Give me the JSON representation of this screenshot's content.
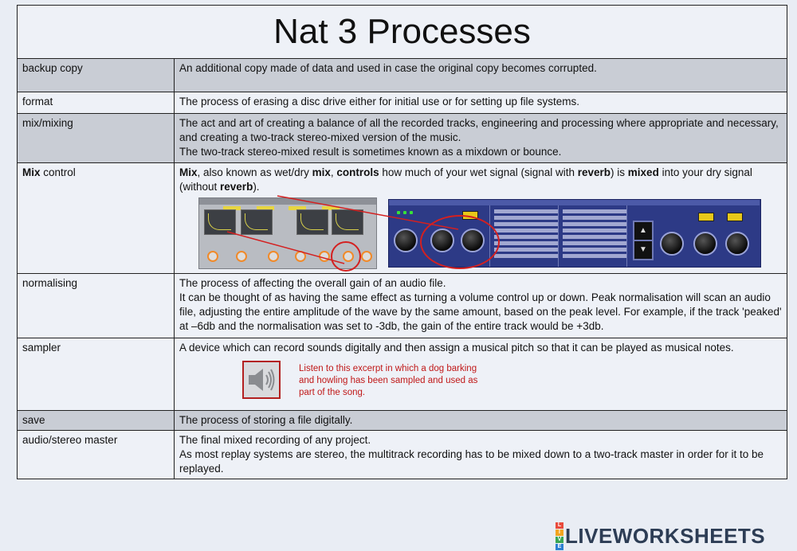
{
  "title": "Nat 3 Processes",
  "rows": [
    {
      "term": "backup copy",
      "lines": [
        "An additional copy made of data and used in case the original copy becomes corrupted."
      ]
    },
    {
      "term": "format",
      "lines": [
        "The process of erasing a disc drive either for initial use or for setting up file systems."
      ]
    },
    {
      "term": "mix/mixing",
      "lines": [
        "The act and art of creating a balance of all the recorded tracks, engineering and processing where appropriate and necessary, and creating a two-track stereo-mixed version of the music.",
        "The two-track stereo-mixed result is sometimes known as a mixdown or bounce."
      ]
    },
    {
      "term_bold": "Mix",
      "term_rest": " control",
      "def_parts": [
        " ",
        "Mix",
        ", also known as wet/dry ",
        "mix",
        ", ",
        "controls",
        " how much of your wet signal (signal with ",
        "reverb",
        ") is ",
        "mixed",
        " into your dry signal (without ",
        "reverb",
        ")."
      ]
    },
    {
      "term": "normalising",
      "lines": [
        "The process of affecting the overall gain of an audio file.",
        "It can be thought of as having the same effect as turning a volume control up or down. Peak normalisation will scan an audio file, adjusting the entire amplitude of the wave by the same amount, based on the peak level. For example, if the track 'peaked' at –6db and the normalisation was set to -3db, the gain of the entire track would be +3db."
      ]
    },
    {
      "term": "sampler",
      "lines": [
        "A device which can record sounds digitally and then assign a musical pitch so that it can be played as musical notes."
      ],
      "caption": "Listen to this excerpt in which a dog barking and howling has been sampled and used as part of the song."
    },
    {
      "term": "save",
      "lines": [
        "The process of storing a file digitally."
      ]
    },
    {
      "term": "audio/stereo master",
      "lines": [
        "The final mixed recording of any project.",
        "As most replay systems are stereo, the multitrack recording has to be mixed down to a two-track master in order for it to be replayed."
      ]
    }
  ],
  "watermark": {
    "logo_letters": [
      "L",
      "I",
      "V",
      "E"
    ],
    "text": "LIVEWORKSHEETS"
  },
  "colors": {
    "row_shade": "#c9cdd5",
    "row_light": "#eef1f7",
    "caption_red": "#c01818",
    "watermark": "#2d3d55"
  }
}
